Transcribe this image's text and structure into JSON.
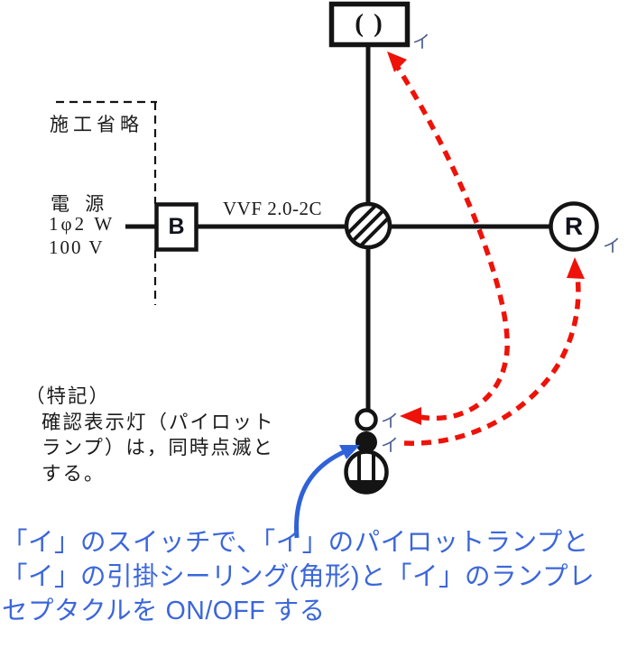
{
  "diagram": {
    "title_none": "",
    "labels": {
      "cable": "VVF 2.0-2C",
      "breaker": "B",
      "receptacle": "R",
      "ceiling_rose_glyph": "( )",
      "i_ceiling": "イ",
      "i_receptacle": "イ",
      "i_pilot": "イ",
      "i_switch": "イ"
    },
    "omitted_region_label": "施工省略",
    "power_source": {
      "line1": "電 源",
      "line2": "1φ2 W",
      "line3": "100 V"
    },
    "note": {
      "line1": "（特記）",
      "line2": "確認表示灯（パイロット",
      "line3": "ランプ）は，同時点滅と",
      "line4": "する。"
    },
    "caption": {
      "line1": "「イ」のスイッチで、「イ」のパイロットランプと",
      "line2": "「イ」の引掛シーリング(角形)と「イ」のランプレ",
      "line3": "セプタクルを ON/OFF する"
    },
    "colors": {
      "wire_black": "#141414",
      "arrow_red": "#ee1208",
      "arrow_blue": "#2f62d8",
      "caption_blue": "#3b66db",
      "small_label_ink": "#4f5f8e"
    }
  }
}
